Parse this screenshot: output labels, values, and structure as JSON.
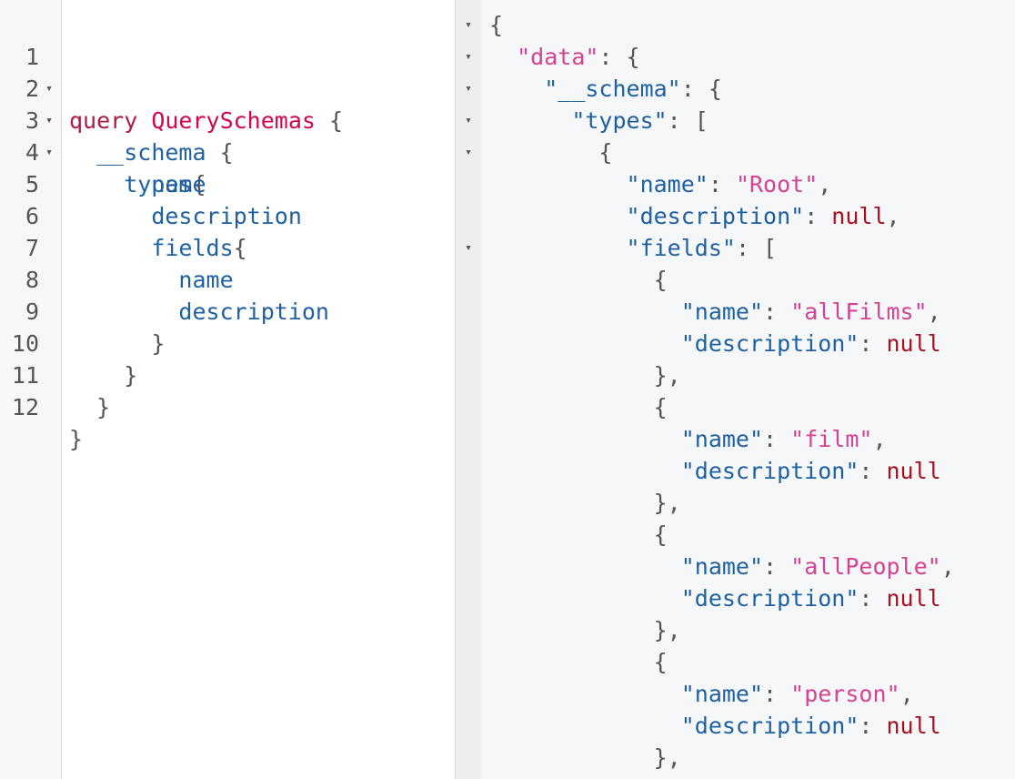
{
  "query_editor": {
    "line_numbers": [
      "1",
      "2",
      "3",
      "4",
      "5",
      "6",
      "7",
      "8",
      "9",
      "10",
      "11",
      "12"
    ],
    "keyword": "query",
    "operation_name": "QuerySchemas",
    "open_brace": "{",
    "close_brace": "}",
    "schema_field": "__schema",
    "types_field": "types",
    "name_field": "name",
    "description_field": "description",
    "fields_field": "fields"
  },
  "result_viewer": {
    "data_key": "\"data\"",
    "schema_key": "\"__schema\"",
    "types_key": "\"types\"",
    "name_key": "\"name\"",
    "description_key": "\"description\"",
    "fields_key": "\"fields\"",
    "root_name": "\"Root\"",
    "null_value": "null",
    "fields": [
      {
        "name": "\"allFilms\""
      },
      {
        "name": "\"film\""
      },
      {
        "name": "\"allPeople\""
      },
      {
        "name": "\"person\""
      }
    ]
  },
  "icons": {
    "fold": "▾"
  },
  "colors": {
    "keyword": "#b11a42",
    "operation_name": "#d2054e",
    "field": "#1f61a0",
    "string": "#d64292",
    "null": "#a8101e"
  }
}
